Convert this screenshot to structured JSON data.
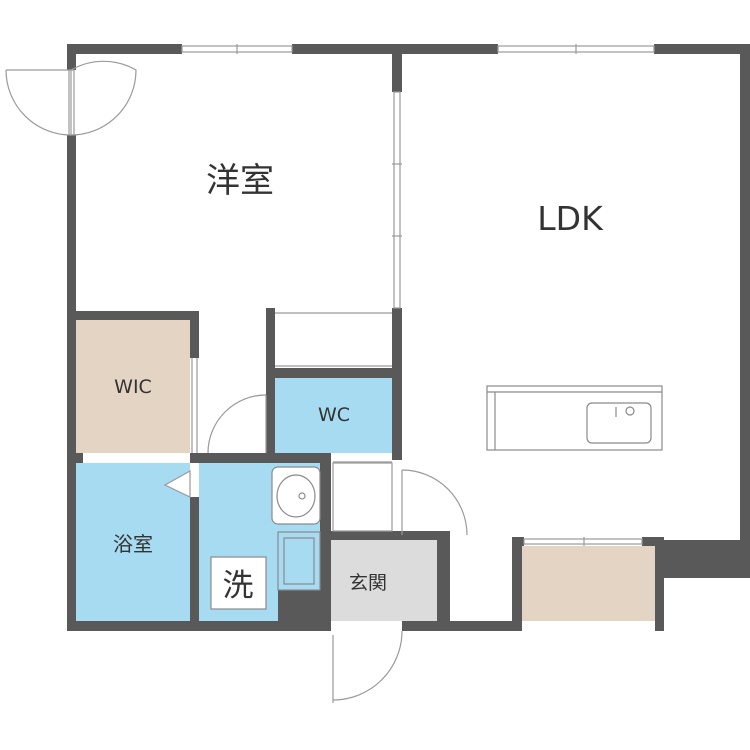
{
  "rooms": {
    "western": "洋室",
    "ldk": "LDK",
    "wic": "WIC",
    "wc": "WC",
    "bath": "浴室",
    "washroom": "洗",
    "entrance": "玄関"
  },
  "colors": {
    "wall": "#595959",
    "wet_area": "#a6dbf2",
    "storage": "#e3d4c4",
    "entrance_floor": "#dcdcdc",
    "floor": "#ffffff",
    "fixture_stroke": "#9a9a9a"
  }
}
